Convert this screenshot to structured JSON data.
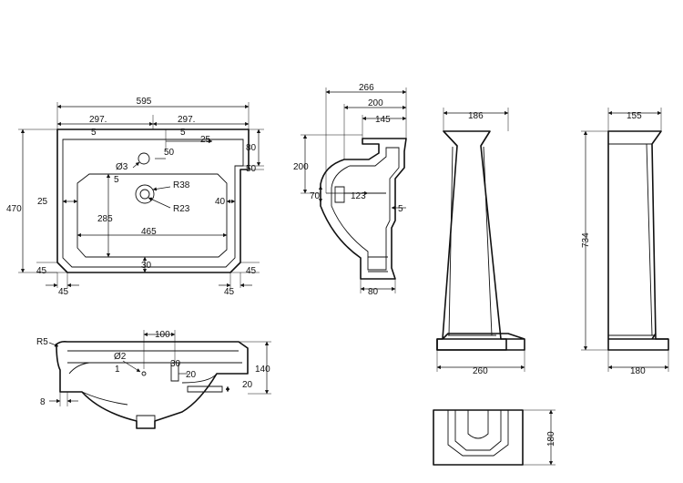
{
  "top_view": {
    "width": "595",
    "half_left": "297.",
    "half_left_b": "5",
    "half_right": "297.",
    "half_right_b": "5",
    "tap_r25": "25",
    "tap_50": "50",
    "d80": "80",
    "d50": "50",
    "tap_hole": "Ø3",
    "five": "5",
    "overall_height": "470",
    "side_25": "25",
    "side_40": "40",
    "r38": "R38",
    "r23": "R23",
    "bowl_depth": "285",
    "bowl_width": "465",
    "bottom_30": "30",
    "c45_a": "45",
    "c45_b": "45",
    "c45_c": "45",
    "c45_d": "45"
  },
  "side_section": {
    "d266": "266",
    "d200": "200",
    "d145": "145",
    "d200v": "200",
    "d70": "70",
    "d123": "123",
    "d5": "5",
    "d80": "80"
  },
  "pedestal_front": {
    "top_width": "186",
    "base_width": "260"
  },
  "pedestal_side": {
    "top_width": "155",
    "height": "734",
    "base_width": "180"
  },
  "front_view": {
    "r5": "R5",
    "d100": "100",
    "d2": "Ø2",
    "d30": "30",
    "d20a": "20",
    "d20b": "20",
    "height": "140",
    "d8": "8",
    "label1": "1"
  },
  "pedestal_top": {
    "d180": "180"
  }
}
